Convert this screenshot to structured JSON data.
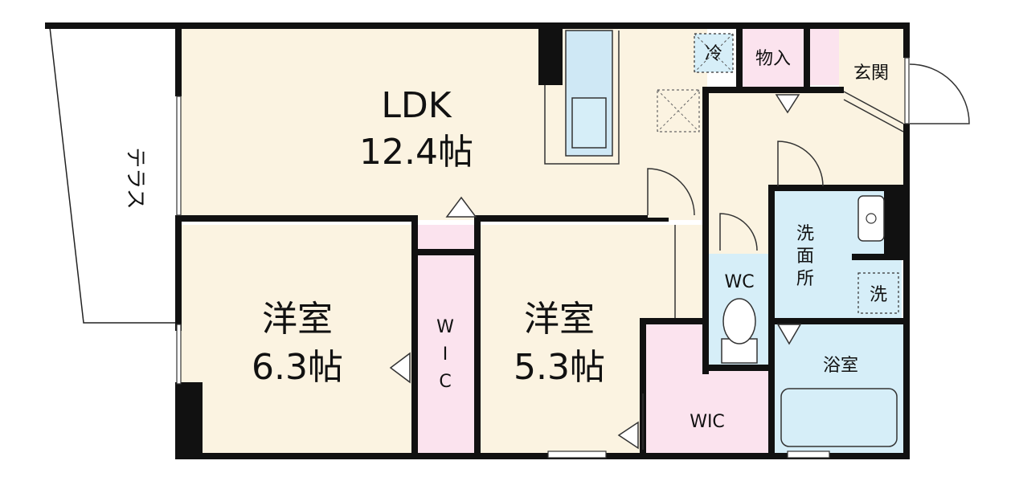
{
  "rooms": {
    "ldk": {
      "name": "LDK",
      "size": "12.4帖"
    },
    "western1": {
      "name": "洋室",
      "size": "6.3帖"
    },
    "western2": {
      "name": "洋室",
      "size": "5.3帖"
    },
    "wic1": {
      "label": [
        "W",
        "I",
        "C"
      ]
    },
    "wic2": {
      "label": "WIC"
    },
    "terrace": {
      "label": "テラス"
    },
    "storage": {
      "label": "物入"
    },
    "entrance": {
      "label": "玄関"
    },
    "wc": {
      "label": "WC"
    },
    "washroom": {
      "label": [
        "洗",
        "面",
        "所"
      ]
    },
    "bath": {
      "label": "浴室"
    }
  },
  "symbols": {
    "fridge": "冷",
    "washer": "洗"
  },
  "colors": {
    "room_cream": "#fbf3e1",
    "closet_pink": "#fbe3ee",
    "water_blue": "#d6eef8",
    "wall": "#111111",
    "terrace": "#ffffff"
  }
}
